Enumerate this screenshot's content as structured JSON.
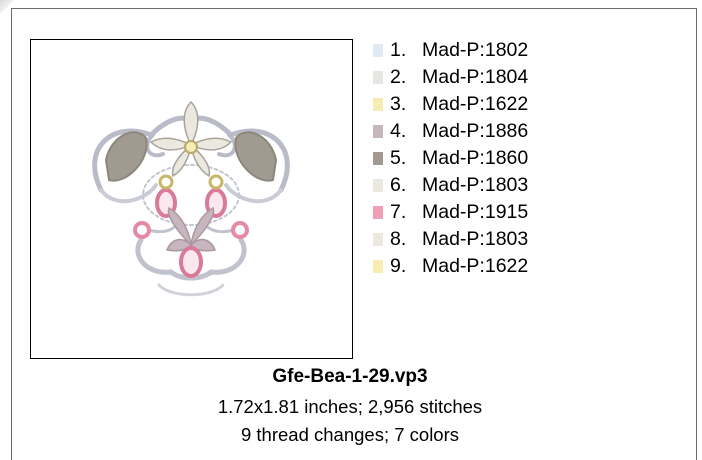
{
  "design": {
    "filename": "Gfe-Bea-1-29.vp3",
    "dimensions_line": "1.72x1.81 inches; 2,956 stitches",
    "changes_line": "9 thread changes; 7 colors"
  },
  "threads": [
    {
      "number": "1.",
      "name": "Mad-P:1802",
      "color": "#e3e8f5"
    },
    {
      "number": "2.",
      "name": "Mad-P:1804",
      "color": "#e6e6e2"
    },
    {
      "number": "3.",
      "name": "Mad-P:1622",
      "color": "#f8ecb5"
    },
    {
      "number": "4.",
      "name": "Mad-P:1886",
      "color": "#c7b6be"
    },
    {
      "number": "5.",
      "name": "Mad-P:1860",
      "color": "#a09a90"
    },
    {
      "number": "6.",
      "name": "Mad-P:1803",
      "color": "#ebe9df"
    },
    {
      "number": "7.",
      "name": "Mad-P:1915",
      "color": "#f0a0b5"
    },
    {
      "number": "8.",
      "name": "Mad-P:1803",
      "color": "#ebe9df"
    },
    {
      "number": "9.",
      "name": "Mad-P:1622",
      "color": "#f8ecb5"
    }
  ]
}
